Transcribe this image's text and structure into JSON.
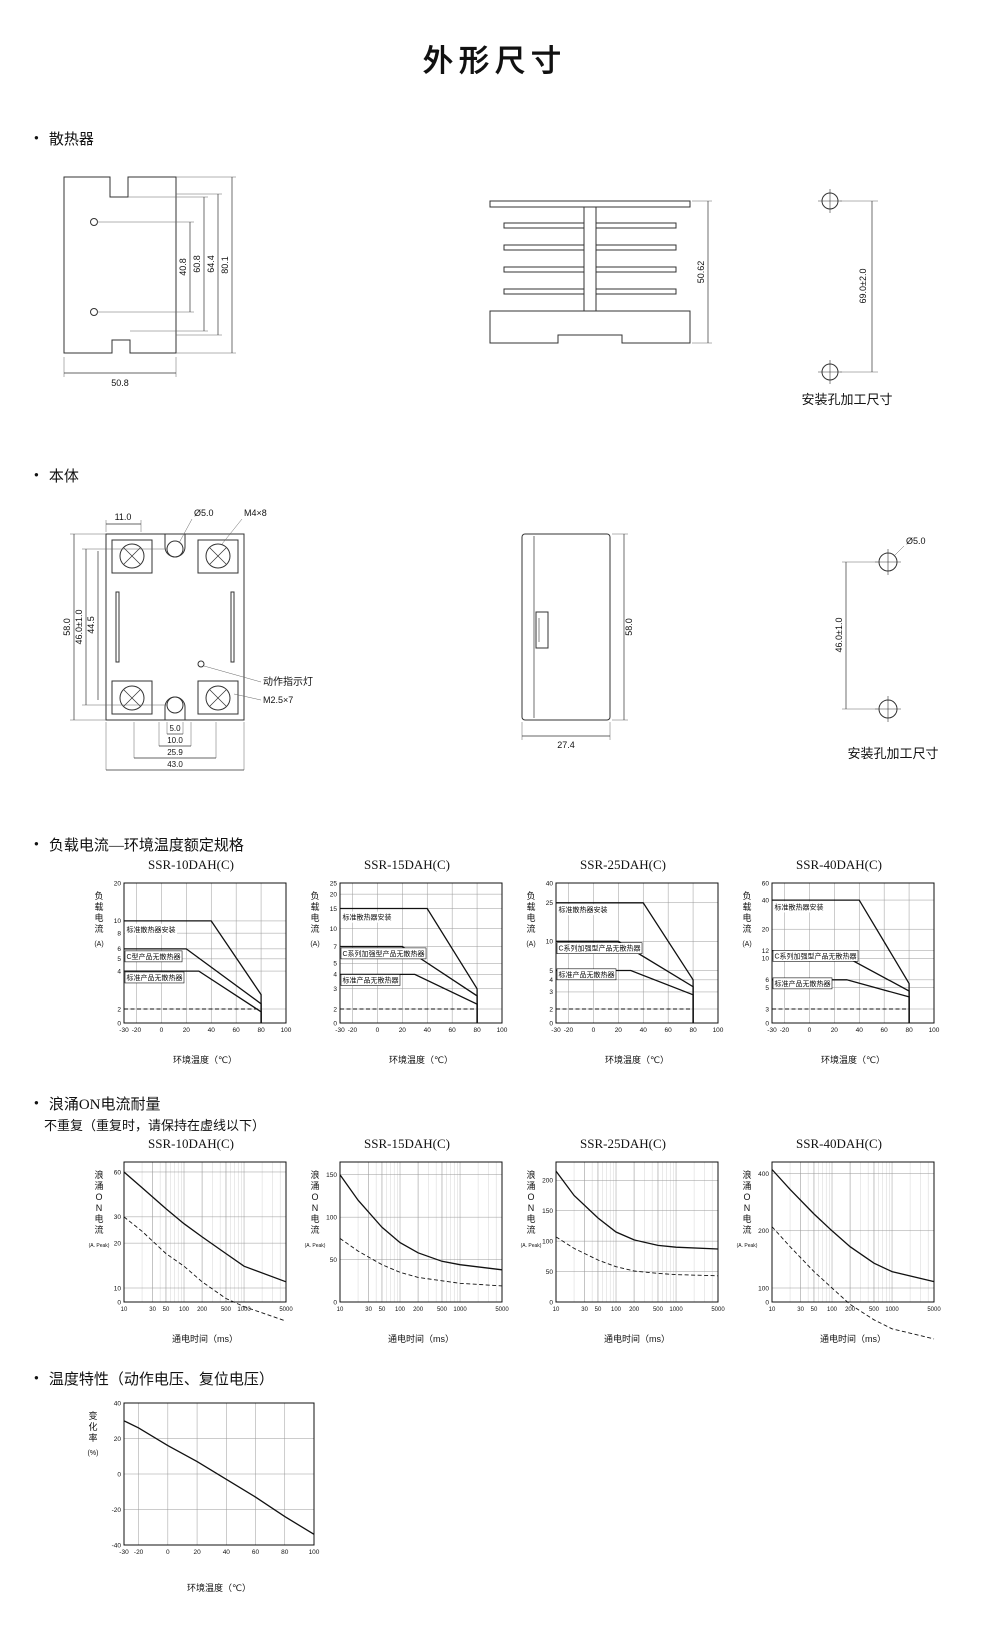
{
  "page": {
    "title": "外形尺寸"
  },
  "sections": {
    "heatsink": {
      "label": "散热器",
      "front": {
        "d40_8": "40.8",
        "d60_8": "60.8",
        "d64_4": "64.4",
        "d80_1": "80.1",
        "d50_8": "50.8"
      },
      "side": {
        "d50_62": "50.62"
      },
      "mount": {
        "d69": "69.0±2.0",
        "caption": "安装孔加工尺寸"
      }
    },
    "body": {
      "label": "本体",
      "front": {
        "d11": "11.0",
        "dia5": "Ø5.0",
        "m4x8": "M4×8",
        "d58": "58.0",
        "d46": "46.0±1.0",
        "d44_5": "44.5",
        "indicator": "动作指示灯",
        "m25x7": "M2.5×7",
        "d5": "5.0",
        "d10": "10.0",
        "d25_9": "25.9",
        "d43": "43.0"
      },
      "side": {
        "d27_4": "27.4",
        "d58": "58.0"
      },
      "mount": {
        "dia5": "Ø5.0",
        "d46": "46.0±1.0",
        "caption": "安装孔加工尺寸"
      }
    },
    "load": {
      "label": "负载电流—环境温度额定规格"
    },
    "surge": {
      "label": "浪涌ON电流耐量",
      "note": "不重复（重复时，请保持在虚线以下）"
    },
    "temp": {
      "label": "温度特性（动作电压、复位电压）"
    }
  },
  "chart_data": [
    {
      "id": "load-ssr10",
      "group": "load",
      "type": "line",
      "title": "SSR-10DAH(C)",
      "ylabel": "负载电流",
      "ylabel_sub": "(A)",
      "xlabel": "环境温度（℃）",
      "xscale": "linear",
      "yscale": "log0",
      "xlim": [
        -30,
        100
      ],
      "ylim": [
        0,
        20
      ],
      "xticks": [
        -30,
        -20,
        0,
        20,
        40,
        60,
        80,
        100
      ],
      "yticks": [
        0,
        2,
        4,
        5,
        6,
        8,
        10,
        20
      ],
      "series": [
        {
          "name": "标准散热器安装",
          "style": "solid",
          "points": [
            [
              -30,
              10
            ],
            [
              40,
              10
            ],
            [
              80,
              2.6
            ],
            [
              80,
              0
            ]
          ]
        },
        {
          "name": "C型产品无散热器",
          "style": "solid",
          "points": [
            [
              -30,
              6
            ],
            [
              20,
              6
            ],
            [
              80,
              2.2
            ],
            [
              80,
              0
            ]
          ]
        },
        {
          "name": "标准产品无散热器",
          "style": "solid",
          "points": [
            [
              -30,
              4
            ],
            [
              30,
              4
            ],
            [
              80,
              1.9
            ],
            [
              80,
              0
            ]
          ]
        },
        {
          "name": "虚线基准",
          "style": "dashed",
          "points": [
            [
              -30,
              2
            ],
            [
              80,
              2
            ]
          ]
        }
      ],
      "annotations": [
        {
          "text": "标准散热器安装",
          "x": -28,
          "y": 8.2,
          "boxed": false
        },
        {
          "text": "C型产品无散热器",
          "x": -28,
          "y": 5.0,
          "boxed": true
        },
        {
          "text": "标准产品无散热器",
          "x": -28,
          "y": 3.4,
          "boxed": true
        }
      ]
    },
    {
      "id": "load-ssr15",
      "group": "load",
      "type": "line",
      "title": "SSR-15DAH(C)",
      "ylabel": "负载电流",
      "ylabel_sub": "(A)",
      "xlabel": "环境温度（℃）",
      "xscale": "linear",
      "yscale": "log0",
      "xlim": [
        -30,
        100
      ],
      "ylim": [
        0,
        25
      ],
      "xticks": [
        -30,
        -20,
        0,
        20,
        40,
        60,
        80,
        100
      ],
      "yticks": [
        0,
        2,
        3,
        4,
        5,
        7,
        10,
        15,
        20,
        25
      ],
      "series": [
        {
          "name": "标准散热器安装",
          "style": "solid",
          "points": [
            [
              -30,
              15
            ],
            [
              40,
              15
            ],
            [
              80,
              3
            ],
            [
              80,
              0
            ]
          ]
        },
        {
          "name": "C系列加强型产品无散热器",
          "style": "solid",
          "points": [
            [
              -30,
              7
            ],
            [
              20,
              7
            ],
            [
              80,
              2.6
            ],
            [
              80,
              0
            ]
          ]
        },
        {
          "name": "标准产品无散热器",
          "style": "solid",
          "points": [
            [
              -30,
              4
            ],
            [
              30,
              4
            ],
            [
              80,
              2.2
            ],
            [
              80,
              0
            ]
          ]
        },
        {
          "name": "虚线基准",
          "style": "dashed",
          "points": [
            [
              -30,
              2
            ],
            [
              80,
              2
            ]
          ]
        }
      ],
      "annotations": [
        {
          "text": "标准散热器安装",
          "x": -28,
          "y": 12.0,
          "boxed": false
        },
        {
          "text": "C系列加强型产品无散热器",
          "x": -28,
          "y": 5.8,
          "boxed": true
        },
        {
          "text": "标准产品无散热器",
          "x": -28,
          "y": 3.4,
          "boxed": true
        }
      ]
    },
    {
      "id": "load-ssr25",
      "group": "load",
      "type": "line",
      "title": "SSR-25DAH(C)",
      "ylabel": "负载电流",
      "ylabel_sub": "(A)",
      "xlabel": "环境温度（℃）",
      "xscale": "linear",
      "yscale": "log0",
      "xlim": [
        -30,
        100
      ],
      "ylim": [
        0,
        40
      ],
      "xticks": [
        -30,
        -20,
        0,
        20,
        40,
        60,
        80,
        100
      ],
      "yticks": [
        0,
        2,
        3,
        4,
        5,
        10,
        25,
        40
      ],
      "series": [
        {
          "name": "标准散热器安装",
          "style": "solid",
          "points": [
            [
              -30,
              25
            ],
            [
              40,
              25
            ],
            [
              80,
              4
            ],
            [
              80,
              0
            ]
          ]
        },
        {
          "name": "C系列加强型产品无散热器",
          "style": "solid",
          "points": [
            [
              -30,
              10
            ],
            [
              20,
              10
            ],
            [
              80,
              3.4
            ],
            [
              80,
              0
            ]
          ]
        },
        {
          "name": "标准产品无散热器",
          "style": "solid",
          "points": [
            [
              -30,
              5
            ],
            [
              30,
              5
            ],
            [
              80,
              2.8
            ],
            [
              80,
              0
            ]
          ]
        },
        {
          "name": "虚线基准",
          "style": "dashed",
          "points": [
            [
              -30,
              2
            ],
            [
              80,
              2
            ]
          ]
        }
      ],
      "annotations": [
        {
          "text": "标准散热器安装",
          "x": -28,
          "y": 20.0,
          "boxed": false
        },
        {
          "text": "C系列加强型产品无散热器",
          "x": -28,
          "y": 8.0,
          "boxed": true
        },
        {
          "text": "标准产品无散热器",
          "x": -28,
          "y": 4.3,
          "boxed": true
        }
      ]
    },
    {
      "id": "load-ssr40",
      "group": "load",
      "type": "line",
      "title": "SSR-40DAH(C)",
      "ylabel": "负载电流",
      "ylabel_sub": "(A)",
      "xlabel": "环境温度（℃）",
      "xscale": "linear",
      "yscale": "log0",
      "xlim": [
        -30,
        100
      ],
      "ylim": [
        0,
        60
      ],
      "xticks": [
        -30,
        -20,
        0,
        20,
        40,
        60,
        80,
        100
      ],
      "yticks": [
        0,
        3,
        5,
        6,
        10,
        12,
        20,
        40,
        60
      ],
      "series": [
        {
          "name": "标准散热器安装",
          "style": "solid",
          "points": [
            [
              -30,
              40
            ],
            [
              40,
              40
            ],
            [
              80,
              5.5
            ],
            [
              80,
              0
            ]
          ]
        },
        {
          "name": "C系列加强型产品无散热器",
          "style": "solid",
          "points": [
            [
              -30,
              12
            ],
            [
              20,
              12
            ],
            [
              80,
              4.6
            ],
            [
              80,
              0
            ]
          ]
        },
        {
          "name": "标准产品无散热器",
          "style": "solid",
          "points": [
            [
              -30,
              6
            ],
            [
              30,
              6
            ],
            [
              80,
              4
            ],
            [
              80,
              0
            ]
          ]
        },
        {
          "name": "虚线基准",
          "style": "dashed",
          "points": [
            [
              -30,
              3
            ],
            [
              80,
              3
            ]
          ]
        }
      ],
      "annotations": [
        {
          "text": "标准散热器安装",
          "x": -28,
          "y": 32.0,
          "boxed": false
        },
        {
          "text": "C系列加强型产品无散热器",
          "x": -28,
          "y": 10.0,
          "boxed": true
        },
        {
          "text": "标准产品无散热器",
          "x": -28,
          "y": 5.2,
          "boxed": true
        }
      ]
    },
    {
      "id": "surge-ssr10",
      "group": "surge",
      "type": "line",
      "title": "SSR-10DAH(C)",
      "ylabel": "浪涌ON电流",
      "ylabel_sub": "(A. Peak)",
      "xlabel": "通电时间（ms）",
      "xscale": "log",
      "yscale": "log0",
      "xlim": [
        10,
        5000
      ],
      "ylim": [
        0,
        70
      ],
      "xticks": [
        10,
        30,
        50,
        100,
        200,
        500,
        1000,
        5000
      ],
      "yticks": [
        0,
        10,
        20,
        30,
        60
      ],
      "series": [
        {
          "name": "不重复",
          "style": "solid",
          "points": [
            [
              10,
              60
            ],
            [
              20,
              47
            ],
            [
              50,
              34
            ],
            [
              100,
              27
            ],
            [
              200,
              22
            ],
            [
              500,
              17
            ],
            [
              1000,
              14
            ],
            [
              5000,
              11
            ]
          ]
        },
        {
          "name": "重复",
          "style": "dashed",
          "points": [
            [
              10,
              30
            ],
            [
              20,
              24
            ],
            [
              50,
              17
            ],
            [
              100,
              14
            ],
            [
              200,
              11
            ],
            [
              500,
              8.5
            ],
            [
              1000,
              7.5
            ],
            [
              5000,
              6
            ]
          ]
        }
      ],
      "annotations": []
    },
    {
      "id": "surge-ssr15",
      "group": "surge",
      "type": "line",
      "title": "SSR-15DAH(C)",
      "ylabel": "浪涌ON电流",
      "ylabel_sub": "(A. Peak)",
      "xlabel": "通电时间（ms）",
      "xscale": "log",
      "yscale": "linear",
      "xlim": [
        10,
        5000
      ],
      "ylim": [
        0,
        165
      ],
      "xticks": [
        10,
        30,
        50,
        100,
        200,
        500,
        1000,
        5000
      ],
      "yticks": [
        0,
        50,
        100,
        150
      ],
      "series": [
        {
          "name": "不重复",
          "style": "solid",
          "points": [
            [
              10,
              150
            ],
            [
              20,
              120
            ],
            [
              50,
              88
            ],
            [
              100,
              70
            ],
            [
              200,
              58
            ],
            [
              500,
              48
            ],
            [
              1000,
              44
            ],
            [
              5000,
              38
            ]
          ]
        },
        {
          "name": "重复",
          "style": "dashed",
          "points": [
            [
              10,
              75
            ],
            [
              20,
              60
            ],
            [
              50,
              44
            ],
            [
              100,
              35
            ],
            [
              200,
              29
            ],
            [
              500,
              25
            ],
            [
              1000,
              22
            ],
            [
              5000,
              19
            ]
          ]
        }
      ],
      "annotations": []
    },
    {
      "id": "surge-ssr25",
      "group": "surge",
      "type": "line",
      "title": "SSR-25DAH(C)",
      "ylabel": "浪涌ON电流",
      "ylabel_sub": "(A. Peak)",
      "xlabel": "通电时间（ms）",
      "xscale": "log",
      "yscale": "linear",
      "xlim": [
        10,
        5000
      ],
      "ylim": [
        0,
        230
      ],
      "xticks": [
        10,
        30,
        50,
        100,
        200,
        500,
        1000,
        5000
      ],
      "yticks": [
        0,
        50,
        100,
        150,
        200
      ],
      "series": [
        {
          "name": "不重复",
          "style": "solid",
          "points": [
            [
              10,
              215
            ],
            [
              20,
              175
            ],
            [
              50,
              138
            ],
            [
              100,
              115
            ],
            [
              200,
              102
            ],
            [
              500,
              93
            ],
            [
              1000,
              90
            ],
            [
              5000,
              87
            ]
          ]
        },
        {
          "name": "重复",
          "style": "dashed",
          "points": [
            [
              10,
              107
            ],
            [
              20,
              88
            ],
            [
              50,
              69
            ],
            [
              100,
              58
            ],
            [
              200,
              51
            ],
            [
              500,
              47
            ],
            [
              1000,
              45
            ],
            [
              5000,
              43
            ]
          ]
        }
      ],
      "annotations": []
    },
    {
      "id": "surge-ssr40",
      "group": "surge",
      "type": "line",
      "title": "SSR-40DAH(C)",
      "ylabel": "浪涌ON电流",
      "ylabel_sub": "(A. Peak)",
      "xlabel": "通电时间（ms）",
      "xscale": "log",
      "yscale": "log0",
      "xlim": [
        10,
        5000
      ],
      "ylim": [
        0,
        460
      ],
      "xticks": [
        10,
        30,
        50,
        100,
        200,
        500,
        1000,
        5000
      ],
      "yticks": [
        0,
        100,
        200,
        400
      ],
      "series": [
        {
          "name": "不重复",
          "style": "solid",
          "points": [
            [
              10,
              420
            ],
            [
              20,
              330
            ],
            [
              50,
              245
            ],
            [
              100,
              200
            ],
            [
              200,
              165
            ],
            [
              500,
              135
            ],
            [
              1000,
              122
            ],
            [
              5000,
              108
            ]
          ]
        },
        {
          "name": "重复",
          "style": "dashed",
          "points": [
            [
              10,
              210
            ],
            [
              20,
              165
            ],
            [
              50,
              122
            ],
            [
              100,
              100
            ],
            [
              200,
              82
            ],
            [
              500,
              68
            ],
            [
              1000,
              61
            ],
            [
              5000,
              54
            ]
          ]
        }
      ],
      "annotations": []
    },
    {
      "id": "temp-char",
      "group": "temp",
      "type": "line",
      "title": "",
      "ylabel": "变化率",
      "ylabel_sub": "(%)",
      "xlabel": "环境温度（℃）",
      "xscale": "linear",
      "yscale": "linear",
      "xlim": [
        -30,
        100
      ],
      "ylim": [
        -40,
        40
      ],
      "xticks": [
        -30,
        -20,
        0,
        20,
        40,
        60,
        80,
        100
      ],
      "yticks": [
        -40,
        -20,
        0,
        20,
        40
      ],
      "series": [
        {
          "name": "变化率",
          "style": "solid",
          "points": [
            [
              -30,
              30
            ],
            [
              -20,
              26
            ],
            [
              0,
              16
            ],
            [
              20,
              7
            ],
            [
              40,
              -3
            ],
            [
              60,
              -13
            ],
            [
              80,
              -24
            ],
            [
              100,
              -34
            ]
          ]
        }
      ],
      "annotations": []
    }
  ]
}
